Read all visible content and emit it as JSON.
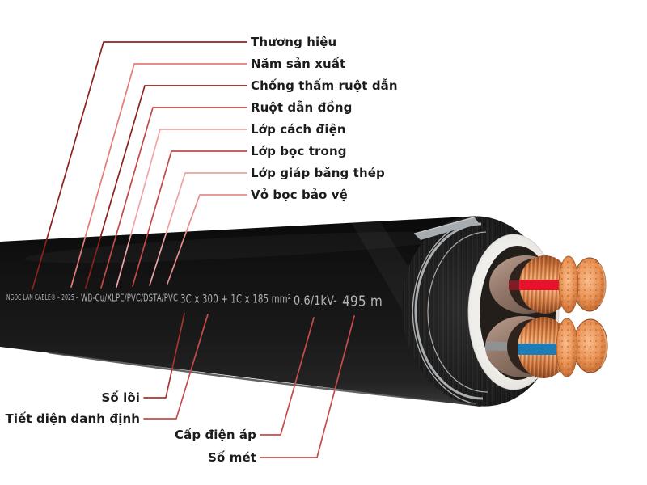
{
  "labels": {
    "top": [
      {
        "text": "Thương hiệu",
        "line_color": "#8e2020"
      },
      {
        "text": "Năm sản xuất",
        "line_color": "#e57b7b"
      },
      {
        "text": "Chống thấm ruột dẫn",
        "line_color": "#8e2020"
      },
      {
        "text": "Ruột dẫn đồng",
        "line_color": "#c24a4a"
      },
      {
        "text": "Lớp cách điện",
        "line_color": "#f0a6a6"
      },
      {
        "text": "Lớp bọc trong",
        "line_color": "#c24a4a"
      },
      {
        "text": "Lớp giáp băng thép",
        "line_color": "#eda3a3"
      },
      {
        "text": "Vỏ bọc bảo vệ",
        "line_color": "#e78b8b"
      }
    ],
    "bottom": [
      {
        "text": "Số lõi",
        "line_color": "#a83434"
      },
      {
        "text": "Tiết diện danh định",
        "line_color": "#c84b4b"
      },
      {
        "text": "Cấp điện áp",
        "line_color": "#c84b4b"
      },
      {
        "text": "Số mét",
        "line_color": "#c84b4b"
      }
    ]
  },
  "cable": {
    "marking_full": "NGOC LAN CABLE® – 2025 – WB-Cu/XLPE/PVC/DSTA/PVC 3C x 300 + 1C x 185 mm² 0.6/1kV- 495 m",
    "marking_segments": [
      "NGOC LAN CABLE® – 2025 –",
      "WB-Cu/XLPE/PVC/DSTA/PVC",
      "3C x 300 + 1C x 185 mm²",
      "0.6/1kV-",
      "495 m"
    ],
    "phase_stripe_top": "#e5142b",
    "phase_stripe_bottom": "#1b7cb8"
  },
  "colors": {
    "background": "#ffffff",
    "label_text": "#1c1c1c",
    "marking_text": "#b4b4b7",
    "sheath_black": "#161616",
    "armor_gray": "#b2b6b9",
    "filler_white": "#f0eeea",
    "insulation_tan": "#93786a",
    "copper": "#d9834d"
  }
}
